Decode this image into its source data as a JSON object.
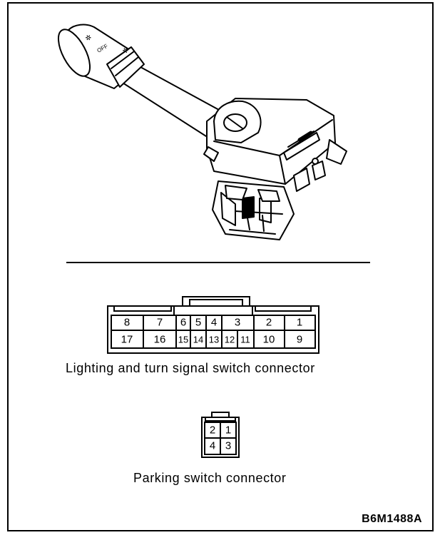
{
  "main_connector": {
    "caption": "Lighting and turn signal switch connector",
    "top_row": [
      "8",
      "7",
      "6",
      "5",
      "4",
      "3",
      "2",
      "1"
    ],
    "bottom_row": [
      "17",
      "16",
      "15",
      "14",
      "13",
      "12",
      "11",
      "10",
      "9"
    ]
  },
  "parking_connector": {
    "caption": "Parking switch connector",
    "top_row": [
      "2",
      "1"
    ],
    "bottom_row": [
      "4",
      "3"
    ]
  },
  "figure_code": "B6M1488A"
}
